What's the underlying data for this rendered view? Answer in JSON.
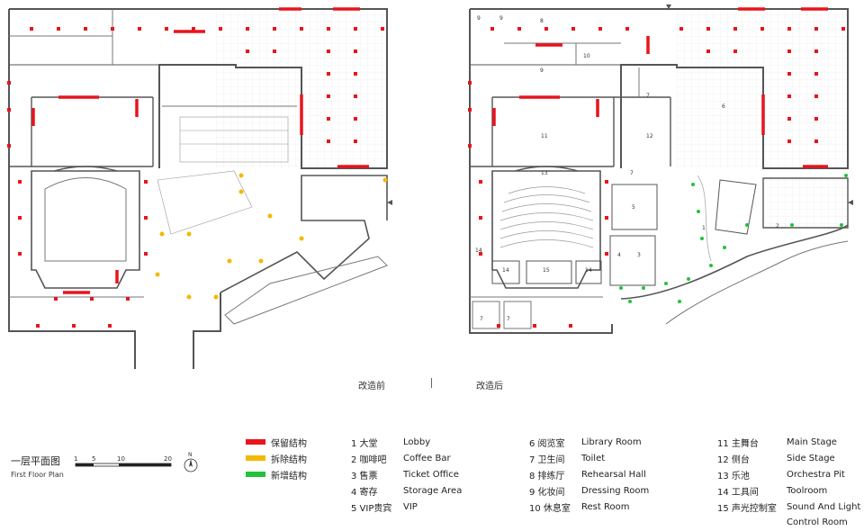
{
  "captions": {
    "before": "改造前",
    "after": "改造后"
  },
  "title": {
    "cn": "一层平面图",
    "en": "First Floor Plan"
  },
  "scale": {
    "labels": [
      "1",
      "5",
      "10",
      "20"
    ]
  },
  "north_label": "N",
  "legend": [
    {
      "label": "保留结构",
      "color": "#e8141c"
    },
    {
      "label": "拆除结构",
      "color": "#f5b800"
    },
    {
      "label": "新增结构",
      "color": "#22c23a"
    }
  ],
  "rooms_col1": [
    {
      "cn": "1 大堂",
      "en": "Lobby"
    },
    {
      "cn": "2 咖啡吧",
      "en": "Coffee Bar"
    },
    {
      "cn": "3 售票",
      "en": "Ticket Office"
    },
    {
      "cn": "4 寄存",
      "en": "Storage Area"
    },
    {
      "cn": "5 VIP贵宾",
      "en": "VIP"
    }
  ],
  "rooms_col2": [
    {
      "cn": "6 阅览室",
      "en": "Library Room"
    },
    {
      "cn": "7 卫生间",
      "en": "Toilet"
    },
    {
      "cn": "8 排练厅",
      "en": "Rehearsal Hall"
    },
    {
      "cn": "9 化妆间",
      "en": "Dressing Room"
    },
    {
      "cn": "10 休息室",
      "en": "Rest Room"
    }
  ],
  "rooms_col3": [
    {
      "cn": "11 主舞台",
      "en": "Main Stage"
    },
    {
      "cn": "12 侧台",
      "en": "Side Stage"
    },
    {
      "cn": "13 乐池",
      "en": "Orchestra Pit"
    },
    {
      "cn": "14 工具间",
      "en": "Toolroom"
    },
    {
      "cn": "15 声光控制室",
      "en": "Sound And Light"
    }
  ],
  "rooms_col3_extra": "Control Room",
  "plan_labels": [
    "1",
    "2",
    "3",
    "4",
    "5",
    "6",
    "7",
    "7",
    "7",
    "7",
    "8",
    "9",
    "9",
    "9",
    "10",
    "11",
    "12",
    "13",
    "14",
    "14",
    "14",
    "15"
  ]
}
